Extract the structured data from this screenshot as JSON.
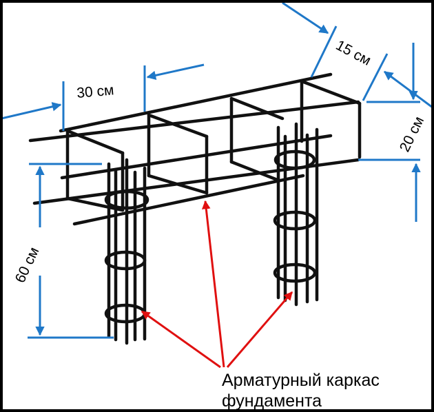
{
  "dimensions": {
    "width_label": "30 см",
    "depth_label": "15 см",
    "height_label": "20 см",
    "column_label": "60 см"
  },
  "caption": {
    "line1": "Арматурный каркас",
    "line2": "фундамента"
  },
  "colors": {
    "rebar": "#111111",
    "dimension": "#1f78c8",
    "pointer": "#e01010",
    "background": "#ffffff",
    "border": "#000000"
  }
}
